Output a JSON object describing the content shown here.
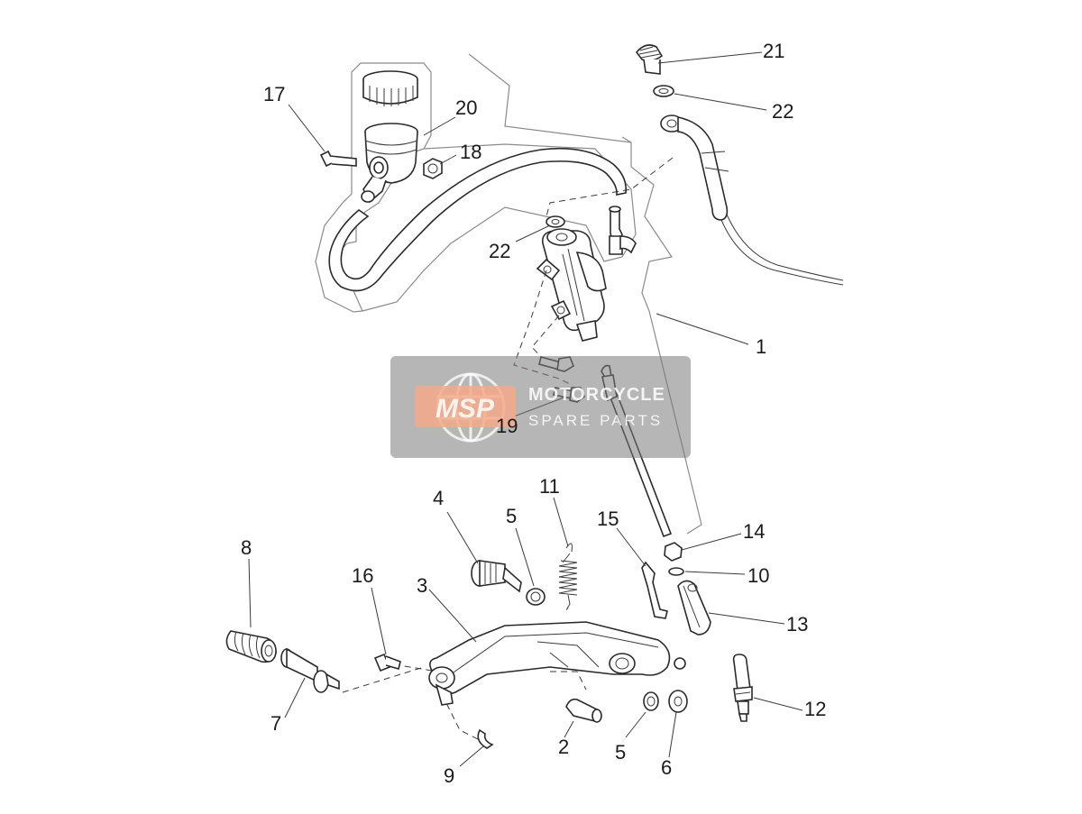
{
  "watermark": {
    "logo_text": "MSP",
    "line1": "MOTORCYCLE",
    "line2": "SPARE PARTS",
    "logo_color": "#f4a98a",
    "box_color": "#7a7a7a"
  },
  "callouts": {
    "c1": "1",
    "c2": "2",
    "c3": "3",
    "c4": "4",
    "c5a": "5",
    "c5b": "5",
    "c6": "6",
    "c7": "7",
    "c8": "8",
    "c9": "9",
    "c10": "10",
    "c11": "11",
    "c12": "12",
    "c13": "13",
    "c14": "14",
    "c15": "15",
    "c16": "16",
    "c17": "17",
    "c18": "18",
    "c19": "19",
    "c20": "20",
    "c21": "21",
    "c22a": "22",
    "c22b": "22"
  }
}
